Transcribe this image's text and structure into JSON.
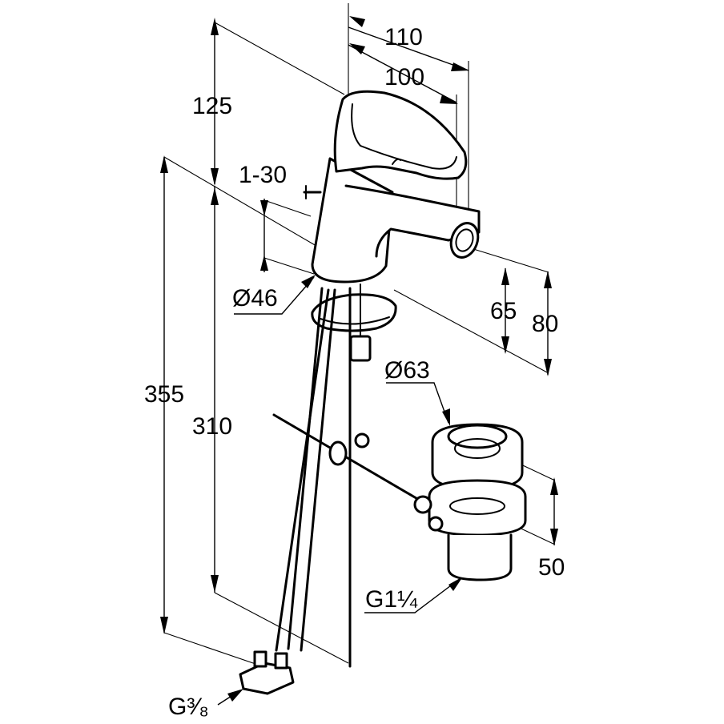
{
  "dimensions": {
    "width_110": "110",
    "width_100": "100",
    "height_125": "125",
    "tilt_1_30": "1-30",
    "diameter_46": "Ø46",
    "height_355": "355",
    "height_310": "310",
    "height_65": "65",
    "height_80": "80",
    "diameter_63": "Ø63",
    "height_50": "50",
    "thread_g114": "G1¼",
    "thread_g38": "G³⁄₈"
  }
}
